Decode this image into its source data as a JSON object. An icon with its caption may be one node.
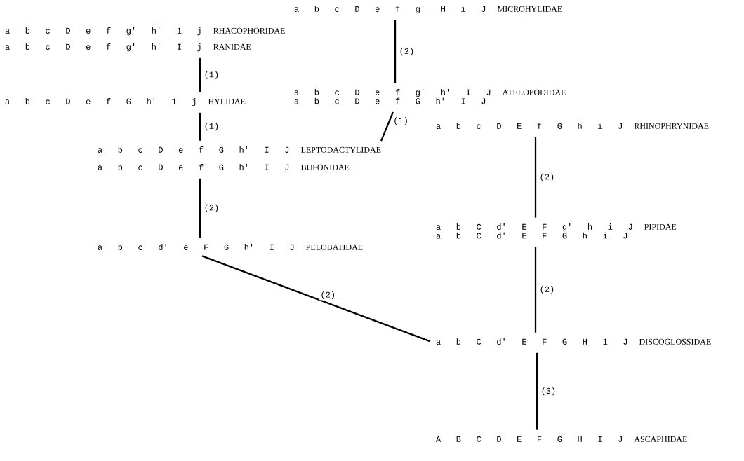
{
  "diagram": {
    "nodes": [
      {
        "text": [
          "a b c D e f g' h' 1 j",
          "RHACOPHORIDAE"
        ]
      },
      {
        "text": [
          "a b c D e f g' h' I j",
          "RANIDAE"
        ]
      },
      {
        "text": [
          "a b c D e f G h' 1 j",
          "HYLIDAE"
        ]
      },
      {
        "text": [
          "a b c D e f g' H i J",
          "MICROHYLIDAE"
        ]
      },
      {
        "text": [
          "a b c D e f g' h' I J",
          "a b c D e f G h' I J",
          "ATELOPODIDAE"
        ]
      },
      {
        "text": [
          "a b c D E f G h i J",
          "RHINOPHRYNIDAE"
        ]
      },
      {
        "text": [
          "a b c D e f G h' I J",
          "LEPTODACTYLIDAE"
        ]
      },
      {
        "text": [
          "a b c D e f G h' I J",
          "BUFONIDAE"
        ]
      },
      {
        "text": [
          "a b c d' e F G h' I J",
          "PELOBATIDAE"
        ]
      },
      {
        "text": [
          "a b C d' E F g' h i J",
          "a b C d' E F G h i J",
          "PIPIDAE"
        ]
      },
      {
        "text": [
          "a b C d' E F G H 1 J",
          "DISCOGLOSSIDAE"
        ]
      },
      {
        "text": [
          "A B C D E F G H I J",
          "ASCAPHIDAE"
        ]
      }
    ],
    "edges": [
      {
        "from": 1,
        "to": 2,
        "arrow": "none",
        "label": "(1)"
      },
      {
        "from": 2,
        "to": 6,
        "arrow": "none",
        "label": "(1)"
      },
      {
        "from": 3,
        "to": 4,
        "arrow": "none",
        "label": "(2)"
      },
      {
        "from": 4,
        "to": 6,
        "arrow": "none",
        "label": "(1)"
      },
      {
        "from": 7,
        "to": 8,
        "arrow": "none",
        "label": "(2)"
      },
      {
        "from": 5,
        "to": 9,
        "arrow": "none",
        "label": "(2)"
      },
      {
        "from": 8,
        "to": 10,
        "arrow": "none",
        "label": "(2)"
      },
      {
        "from": 9,
        "to": 10,
        "arrow": "none",
        "label": "(2)"
      },
      {
        "from": 10,
        "to": 11,
        "arrow": "none",
        "label": "(3)"
      }
    ]
  }
}
